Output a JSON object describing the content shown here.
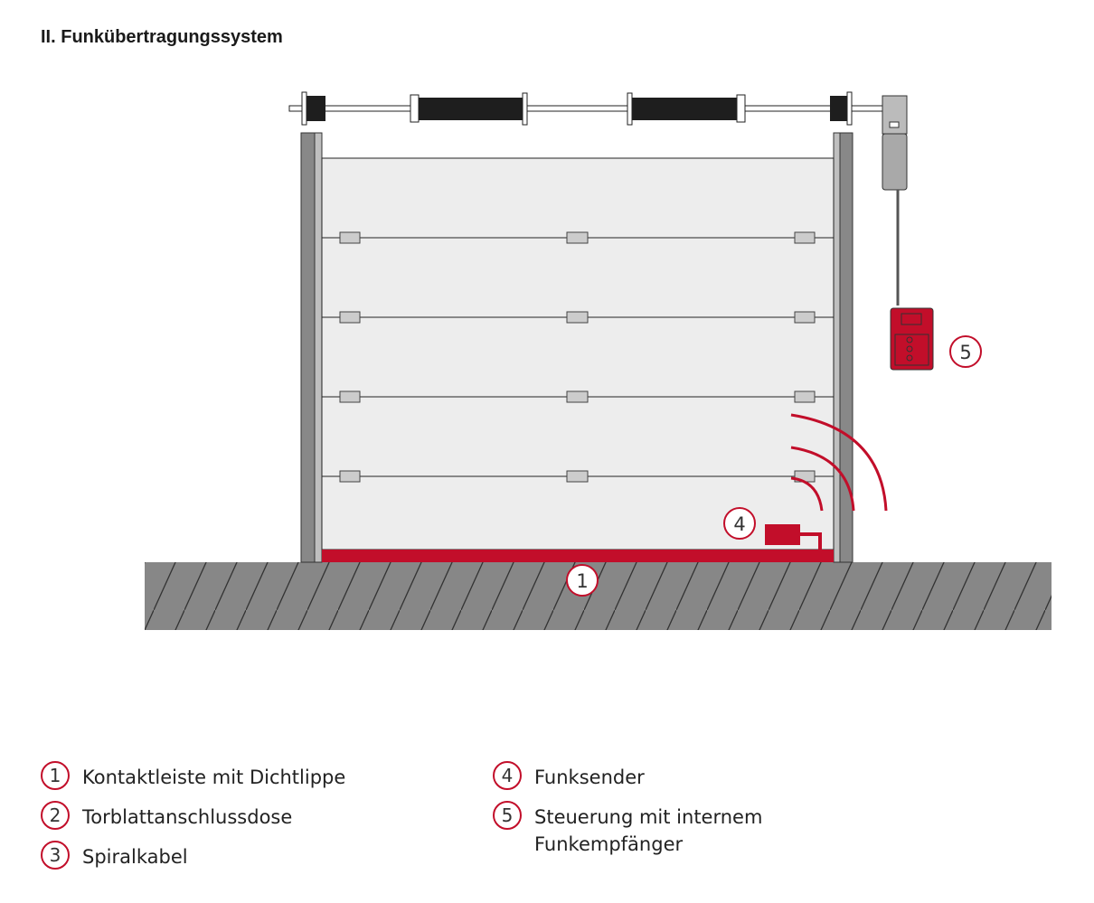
{
  "title": "II. Funkübertragungssystem",
  "colors": {
    "accent": "#c20e2a",
    "floor": "#878787",
    "panel": "#ededed"
  },
  "callouts": {
    "c1": "1",
    "c4": "4",
    "c5": "5"
  },
  "legend": [
    {
      "num": "1",
      "label": "Kontaktleiste mit Dichtlippe"
    },
    {
      "num": "2",
      "label": "Torblattanschlussdose"
    },
    {
      "num": "3",
      "label": "Spiralkabel"
    },
    {
      "num": "4",
      "label": "Funksender"
    },
    {
      "num": "5",
      "label": "Steuerung mit internem\nFunkempfänger"
    }
  ]
}
